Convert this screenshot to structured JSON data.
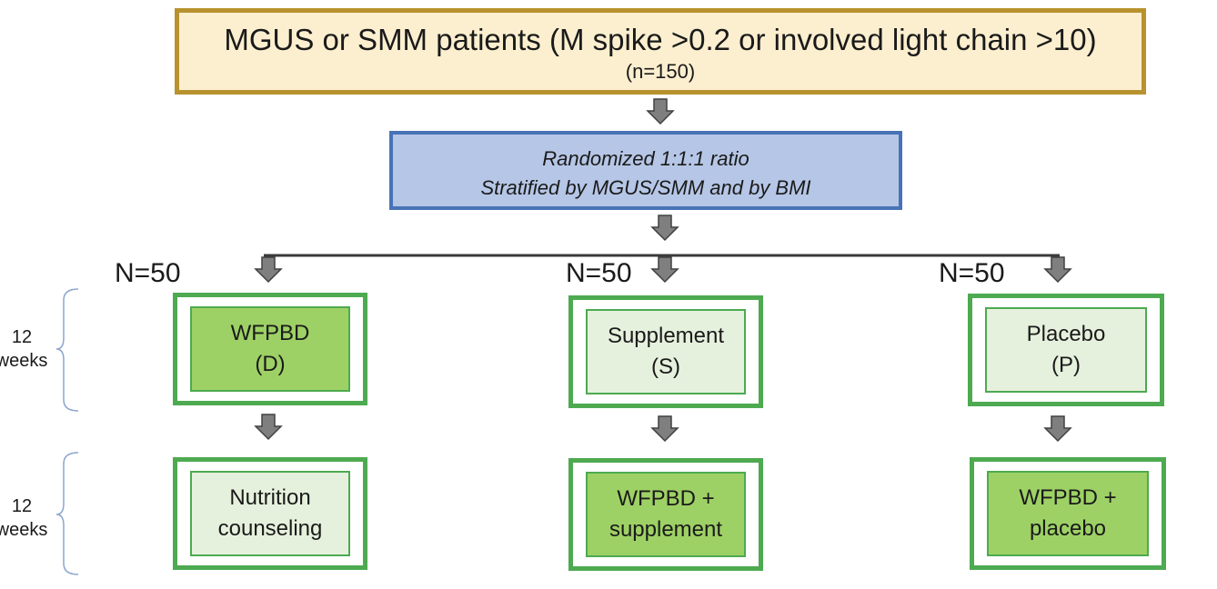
{
  "header": {
    "title": "MGUS or SMM patients (M spike >0.2 or involved light chain >10)",
    "subtitle": "(n=150)"
  },
  "randomization": {
    "line1": "Randomized 1:1:1 ratio",
    "line2": "Stratified by MGUS/SMM and by BMI"
  },
  "arms": [
    {
      "n_label": "N=50",
      "phase1": {
        "line1": "WFPBD",
        "line2": "(D)"
      },
      "phase2": {
        "line1": "Nutrition",
        "line2": "counseling"
      }
    },
    {
      "n_label": "N=50",
      "phase1": {
        "line1": "Supplement",
        "line2": "(S)"
      },
      "phase2": {
        "line1": "WFPBD +",
        "line2": "supplement"
      }
    },
    {
      "n_label": "N=50",
      "phase1": {
        "line1": "Placebo",
        "line2": "(P)"
      },
      "phase2": {
        "line1": "WFPBD +",
        "line2": "placebo"
      }
    }
  ],
  "periods": [
    {
      "line1": "12",
      "line2": "weeks"
    },
    {
      "line1": "12",
      "line2": "weeks"
    }
  ],
  "colors": {
    "top_fill": "#fcefcf",
    "top_border": "#b8922e",
    "rand_fill": "#b6c6e6",
    "rand_border": "#4773b6",
    "arm_border": "#4daa50",
    "arm_pale": "#e6f1dd",
    "arm_green": "#9ed165",
    "arrow": "#7f7f7f"
  }
}
